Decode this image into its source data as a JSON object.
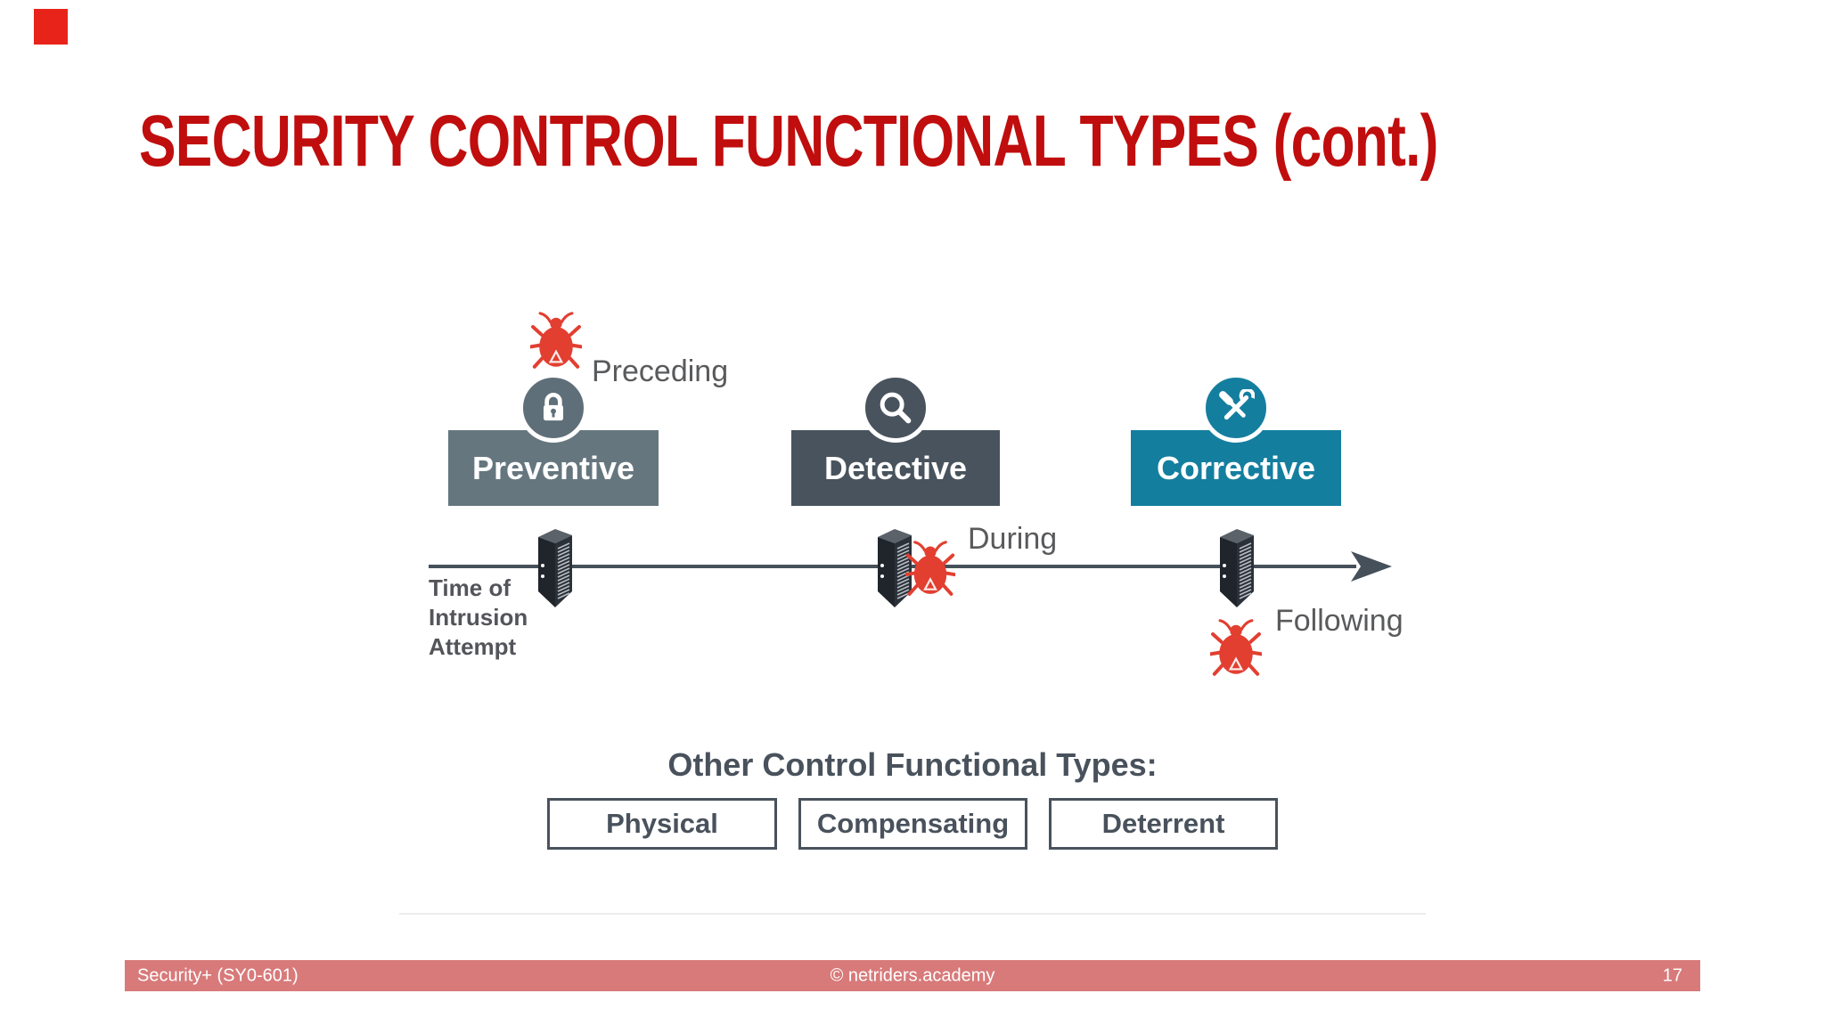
{
  "slide": {
    "title": "SECURITY CONTROL FUNCTIONAL TYPES (cont.)"
  },
  "colors": {
    "title": "#C00D0D",
    "preventive_box": "#66767F",
    "detective_box": "#48535D",
    "corrective_box": "#147E9F",
    "bug": "#E23F31",
    "timeline": "#45505A",
    "outline_text": "#49525C",
    "gray_label": "#595A5C",
    "footer_bar": "#D87A7A",
    "corner_marker": "#E8231A"
  },
  "diagram": {
    "controls": [
      {
        "label": "Preventive",
        "icon": "lock-icon"
      },
      {
        "label": "Detective",
        "icon": "magnifier-icon"
      },
      {
        "label": "Corrective",
        "icon": "tools-icon"
      }
    ],
    "phases": {
      "preceding": "Preceding",
      "during": "During",
      "following": "Following"
    },
    "time_label_lines": [
      "Time of",
      "Intrusion",
      "Attempt"
    ],
    "marker_icon": "server-icon",
    "threat_icon": "bug-icon"
  },
  "other_types": {
    "heading": "Other Control Functional Types:",
    "items": [
      "Physical",
      "Compensating",
      "Deterrent"
    ]
  },
  "footer": {
    "left": "Security+ (SY0-601)",
    "center": "© netriders.academy",
    "page": "17"
  }
}
